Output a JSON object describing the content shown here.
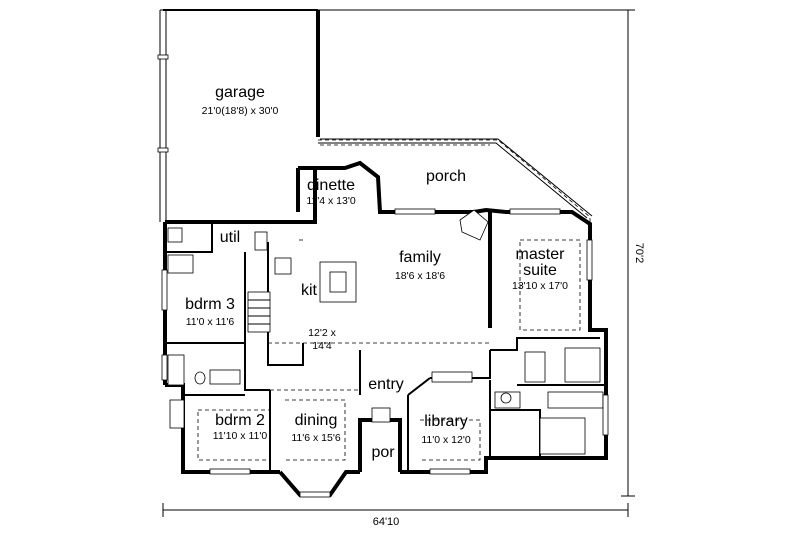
{
  "plan": {
    "rooms": [
      {
        "id": "garage",
        "name": "garage",
        "dims": "21'0(18'8) x 30'0"
      },
      {
        "id": "porch",
        "name": "porch",
        "dims": ""
      },
      {
        "id": "dinette",
        "name": "dinette",
        "dims": "11'4 x 13'0"
      },
      {
        "id": "util",
        "name": "util",
        "dims": ""
      },
      {
        "id": "family",
        "name": "family",
        "dims": "18'6 x 18'6"
      },
      {
        "id": "master-suite",
        "name": "master",
        "name2": "suite",
        "dims": "13'10 x 17'0"
      },
      {
        "id": "bdrm3",
        "name": "bdrm 3",
        "dims": "11'0 x 11'6"
      },
      {
        "id": "kit",
        "name": "kit",
        "dims": "12'2 x",
        "dims2": "14'4"
      },
      {
        "id": "entry",
        "name": "entry",
        "dims": ""
      },
      {
        "id": "bdrm2",
        "name": "bdrm 2",
        "dims": "11'10 x 11'0"
      },
      {
        "id": "dining",
        "name": "dining",
        "dims": "11'6 x 15'6"
      },
      {
        "id": "por",
        "name": "por",
        "dims": ""
      },
      {
        "id": "library",
        "name": "library",
        "dims": "11'0 x 12'0"
      }
    ],
    "overall": {
      "width": "64'10",
      "depth": "70'2"
    }
  }
}
